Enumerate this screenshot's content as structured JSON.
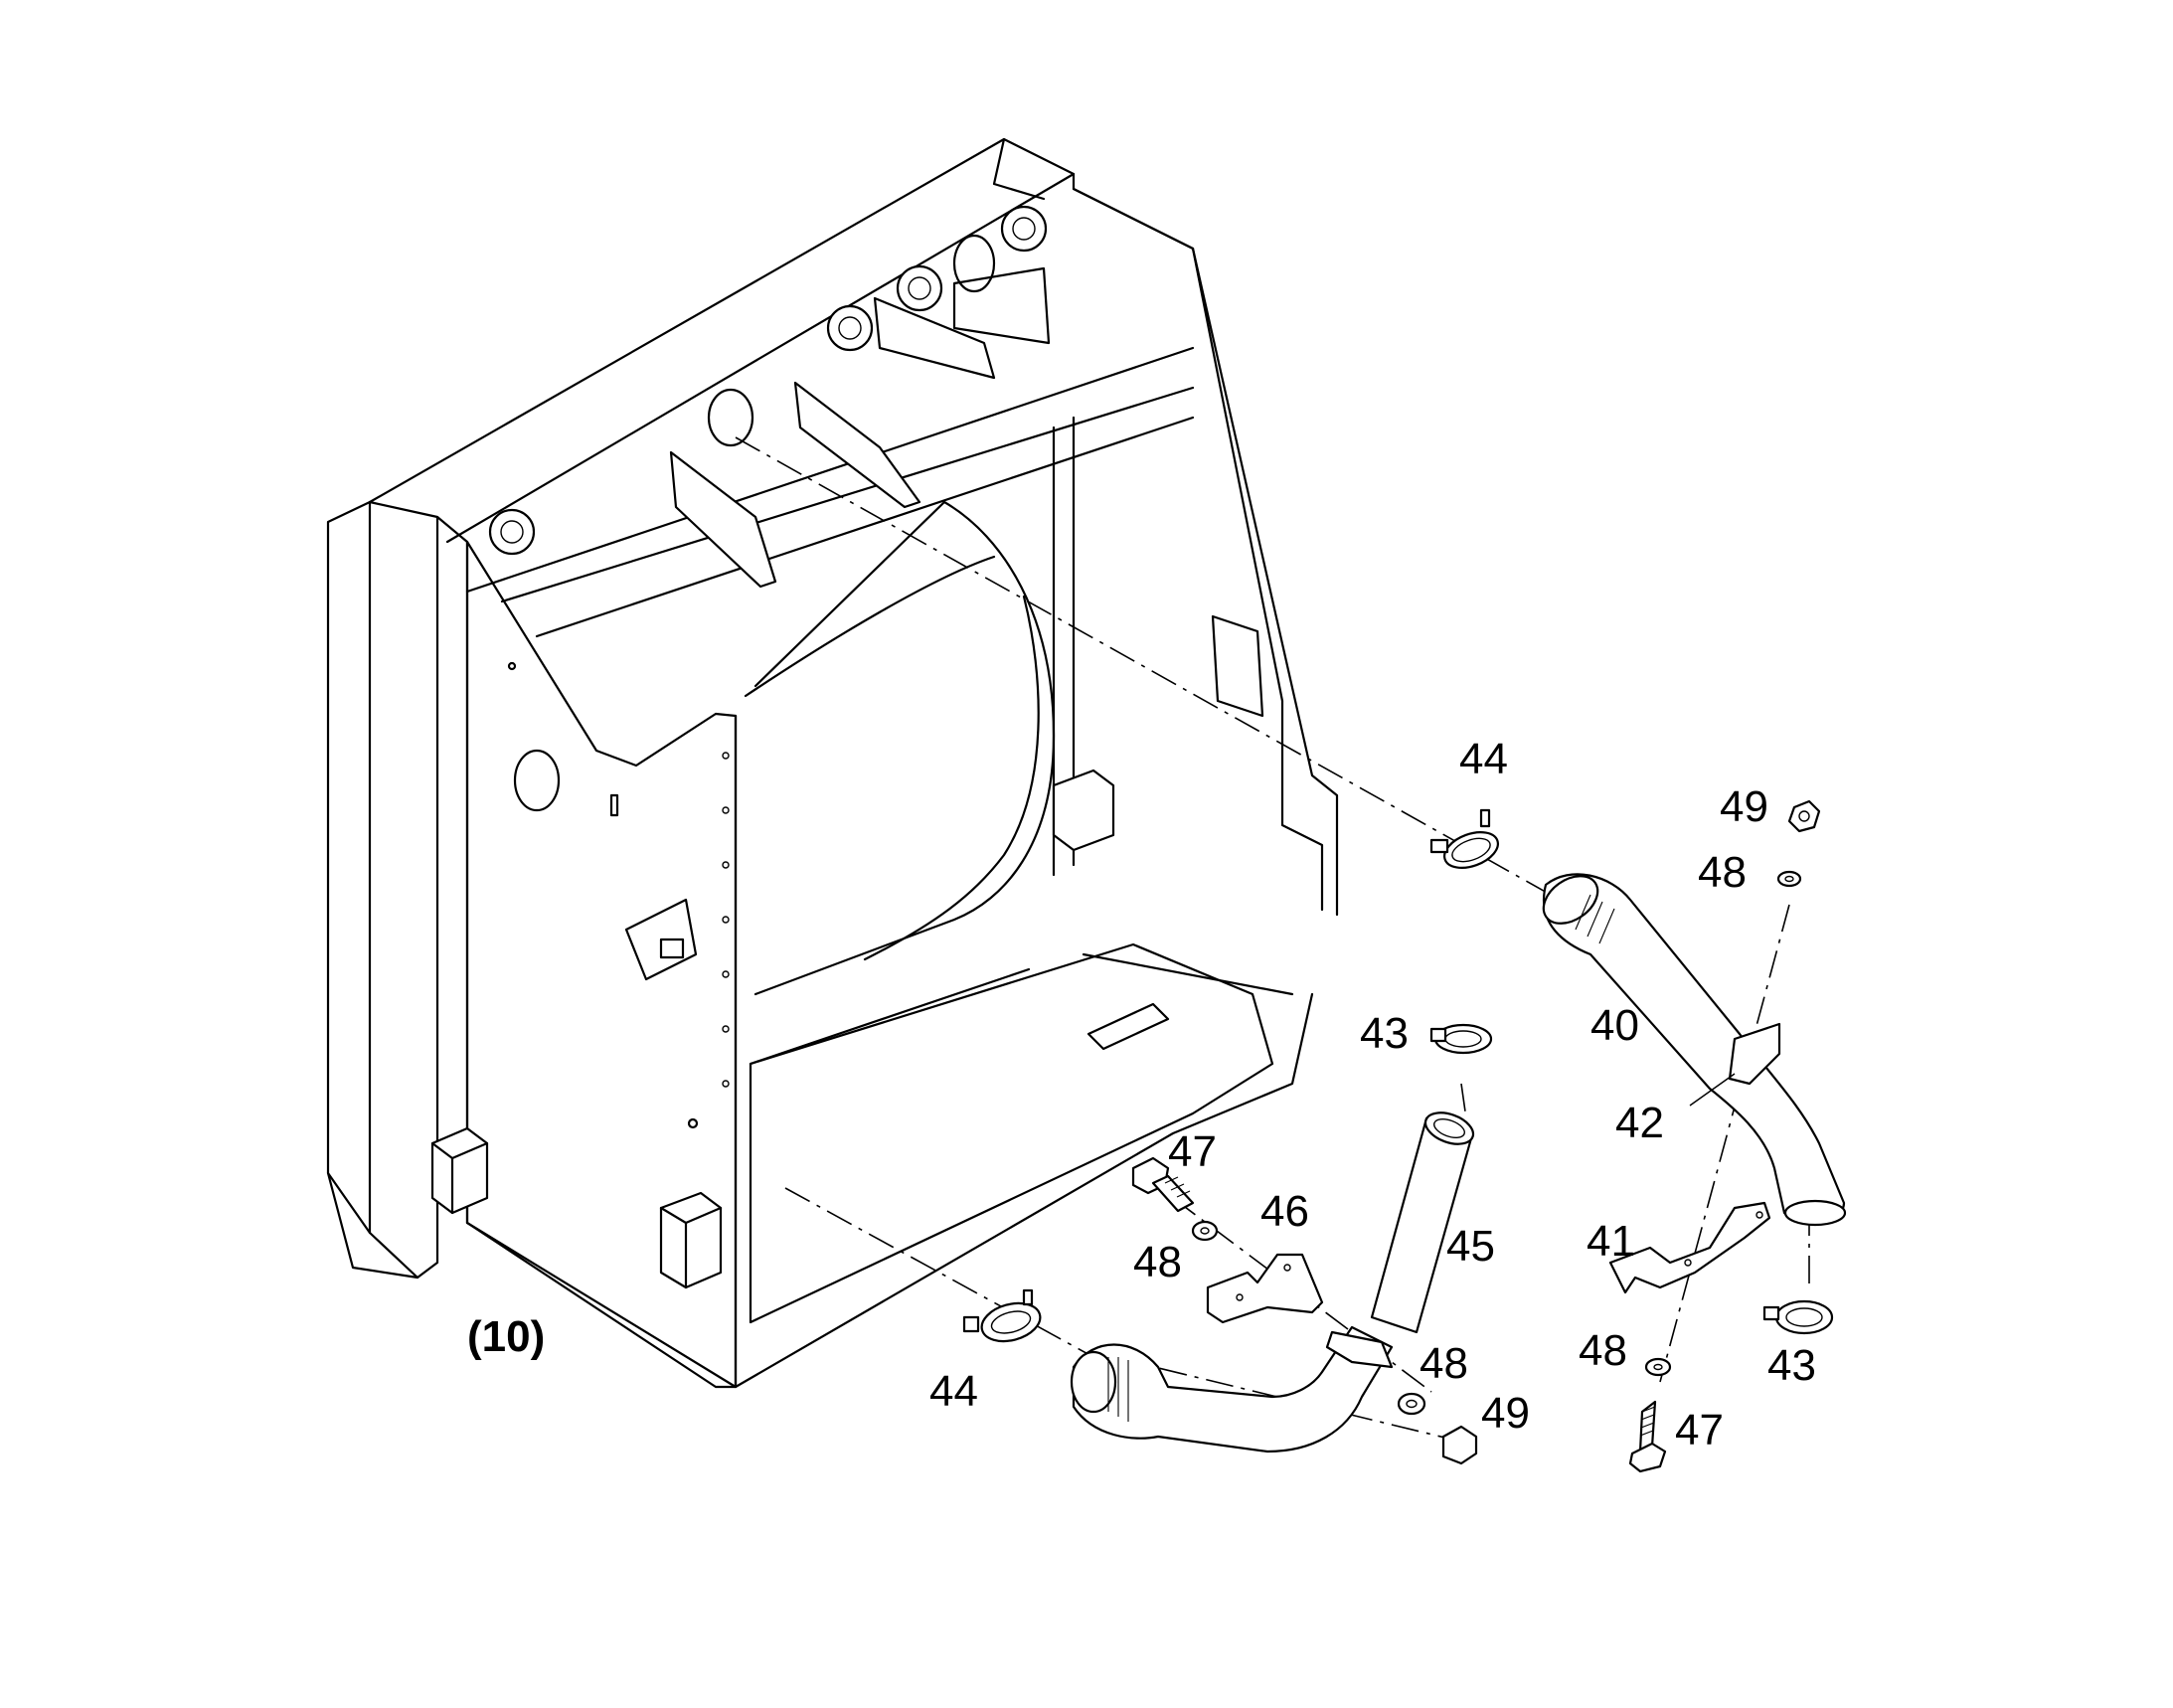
{
  "diagram": {
    "assembly_label": "(10)",
    "callouts": [
      {
        "id": "c40",
        "text": "40"
      },
      {
        "id": "c41",
        "text": "41"
      },
      {
        "id": "c42",
        "text": "42"
      },
      {
        "id": "c43a",
        "text": "43"
      },
      {
        "id": "c43b",
        "text": "43"
      },
      {
        "id": "c44a",
        "text": "44"
      },
      {
        "id": "c44b",
        "text": "44"
      },
      {
        "id": "c45",
        "text": "45"
      },
      {
        "id": "c46",
        "text": "46"
      },
      {
        "id": "c47a",
        "text": "47"
      },
      {
        "id": "c47b",
        "text": "47"
      },
      {
        "id": "c48a",
        "text": "48"
      },
      {
        "id": "c48b",
        "text": "48"
      },
      {
        "id": "c48c",
        "text": "48"
      },
      {
        "id": "c48d",
        "text": "48"
      },
      {
        "id": "c49a",
        "text": "49"
      },
      {
        "id": "c49b",
        "text": "49"
      }
    ]
  }
}
